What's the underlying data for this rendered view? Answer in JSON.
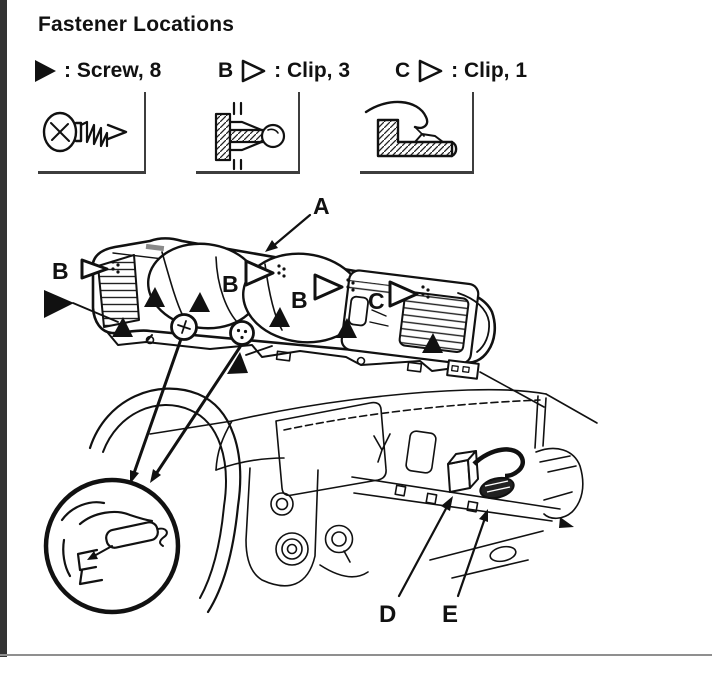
{
  "title": "Fastener Locations",
  "legend": {
    "screw": {
      "symbol": "filled-triangle",
      "text": ": Screw, 8"
    },
    "clip_b": {
      "prefix": "B",
      "symbol": "open-triangle",
      "text": ": Clip, 3"
    },
    "clip_c": {
      "prefix": "C",
      "symbol": "open-triangle",
      "text": ": Clip, 1"
    }
  },
  "icons": {
    "screw": "tapping-screw-side-view",
    "clip_b": "push-clip-in-panel",
    "clip_c": "hook-clip-in-panel"
  },
  "callouts": {
    "a": "A",
    "b": "B",
    "c": "C",
    "d": "D",
    "e": "E"
  },
  "colors": {
    "ink": "#111111",
    "left_bar": "#333333",
    "divider": "#8f8f8f",
    "background": "#ffffff"
  }
}
